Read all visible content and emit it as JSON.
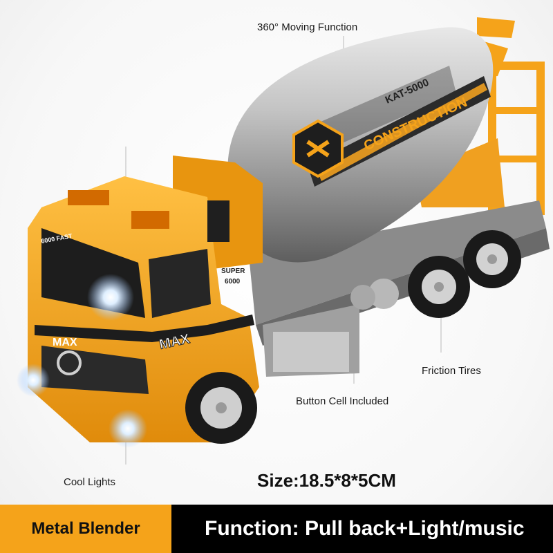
{
  "annotations": {
    "moving": "360° Moving Function",
    "friction": "Friction Tires",
    "button_cell": "Button Cell Included",
    "lights": "Cool Lights"
  },
  "size": "Size:18.5*8*5CM",
  "footer": {
    "left": "Metal Blender",
    "right": "Function: Pull back+Light/music"
  },
  "truck_text": {
    "model": "KAT-5000",
    "stripe": "CONSTRUCTION",
    "max": "MAX",
    "super": "SUPER",
    "super_num": "6000",
    "fast": "6000 FAST"
  },
  "colors": {
    "body": "#f5a31a",
    "drum": "#a9a9a9",
    "bar_left": "#f5a31a",
    "bar_right": "#000000"
  }
}
